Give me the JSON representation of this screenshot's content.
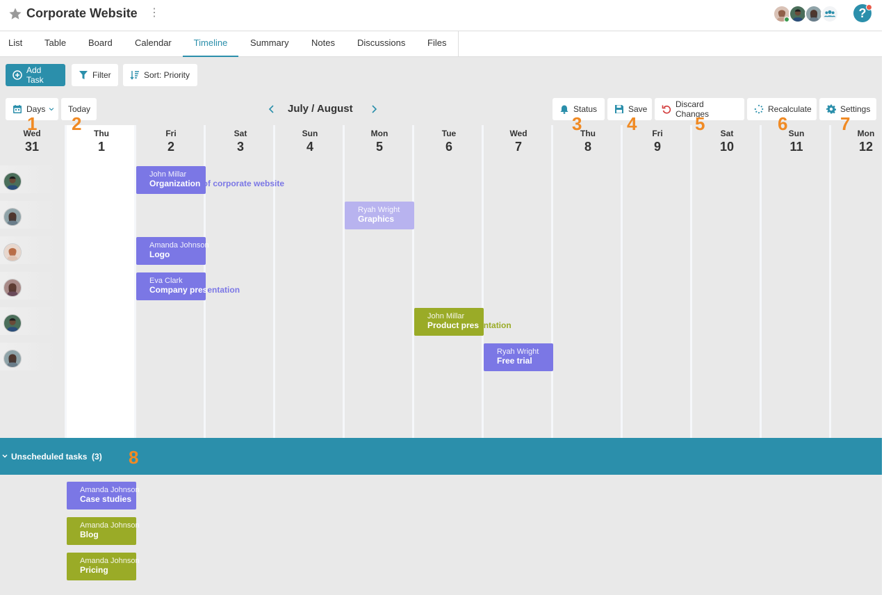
{
  "header": {
    "title": "Corporate Website"
  },
  "tabs": [
    "List",
    "Table",
    "Board",
    "Calendar",
    "Timeline",
    "Summary",
    "Notes",
    "Discussions",
    "Files"
  ],
  "active_tab": "Timeline",
  "toolbar": {
    "add_task": "Add Task",
    "filter": "Filter",
    "sort": "Sort: Priority"
  },
  "view": {
    "days": "Days",
    "today": "Today",
    "month_label": "July / August",
    "status": "Status",
    "save": "Save",
    "discard": "Discard Changes",
    "recalculate": "Recalculate",
    "settings": "Settings"
  },
  "markers": [
    "1",
    "2",
    "3",
    "4",
    "5",
    "6",
    "7",
    "8"
  ],
  "days": [
    {
      "dow": "Wed",
      "num": "31"
    },
    {
      "dow": "Thu",
      "num": "1"
    },
    {
      "dow": "Fri",
      "num": "2"
    },
    {
      "dow": "Sat",
      "num": "3"
    },
    {
      "dow": "Sun",
      "num": "4"
    },
    {
      "dow": "Mon",
      "num": "5"
    },
    {
      "dow": "Tue",
      "num": "6"
    },
    {
      "dow": "Wed",
      "num": "7"
    },
    {
      "dow": "Thu",
      "num": "8"
    },
    {
      "dow": "Fri",
      "num": "9"
    },
    {
      "dow": "Sat",
      "num": "10"
    },
    {
      "dow": "Sun",
      "num": "11"
    },
    {
      "dow": "Mon",
      "num": "12"
    }
  ],
  "tasks": [
    {
      "who": "John Millar",
      "what_a": "Organization ",
      "what_b": "of corporate website"
    },
    {
      "who": "Ryah Wright",
      "what_a": "Graphics",
      "what_b": ""
    },
    {
      "who": "Amanda Johnson",
      "what_a": "Logo",
      "what_b": ""
    },
    {
      "who": "Eva Clark",
      "what_a": "Company pres",
      "what_b": "entation"
    },
    {
      "who": "John Millar",
      "what_a": "Product pres",
      "what_b": "entation"
    },
    {
      "who": "Ryah Wright",
      "what_a": "Free trial",
      "what_b": ""
    }
  ],
  "unscheduled": {
    "label": "Unscheduled tasks",
    "count": "(3)",
    "tasks": [
      {
        "who": "Amanda Johnson",
        "what": "Case studies"
      },
      {
        "who": "Amanda Johnson",
        "what": "Blog"
      },
      {
        "who": "Amanda Johnson",
        "what": "Pricing"
      }
    ]
  },
  "colors": {
    "accent": "#2b8fab",
    "task_purple": "#7b77e5",
    "task_lilac": "#b8b3ef",
    "task_green": "#9aab27",
    "marker": "#f08a24"
  }
}
